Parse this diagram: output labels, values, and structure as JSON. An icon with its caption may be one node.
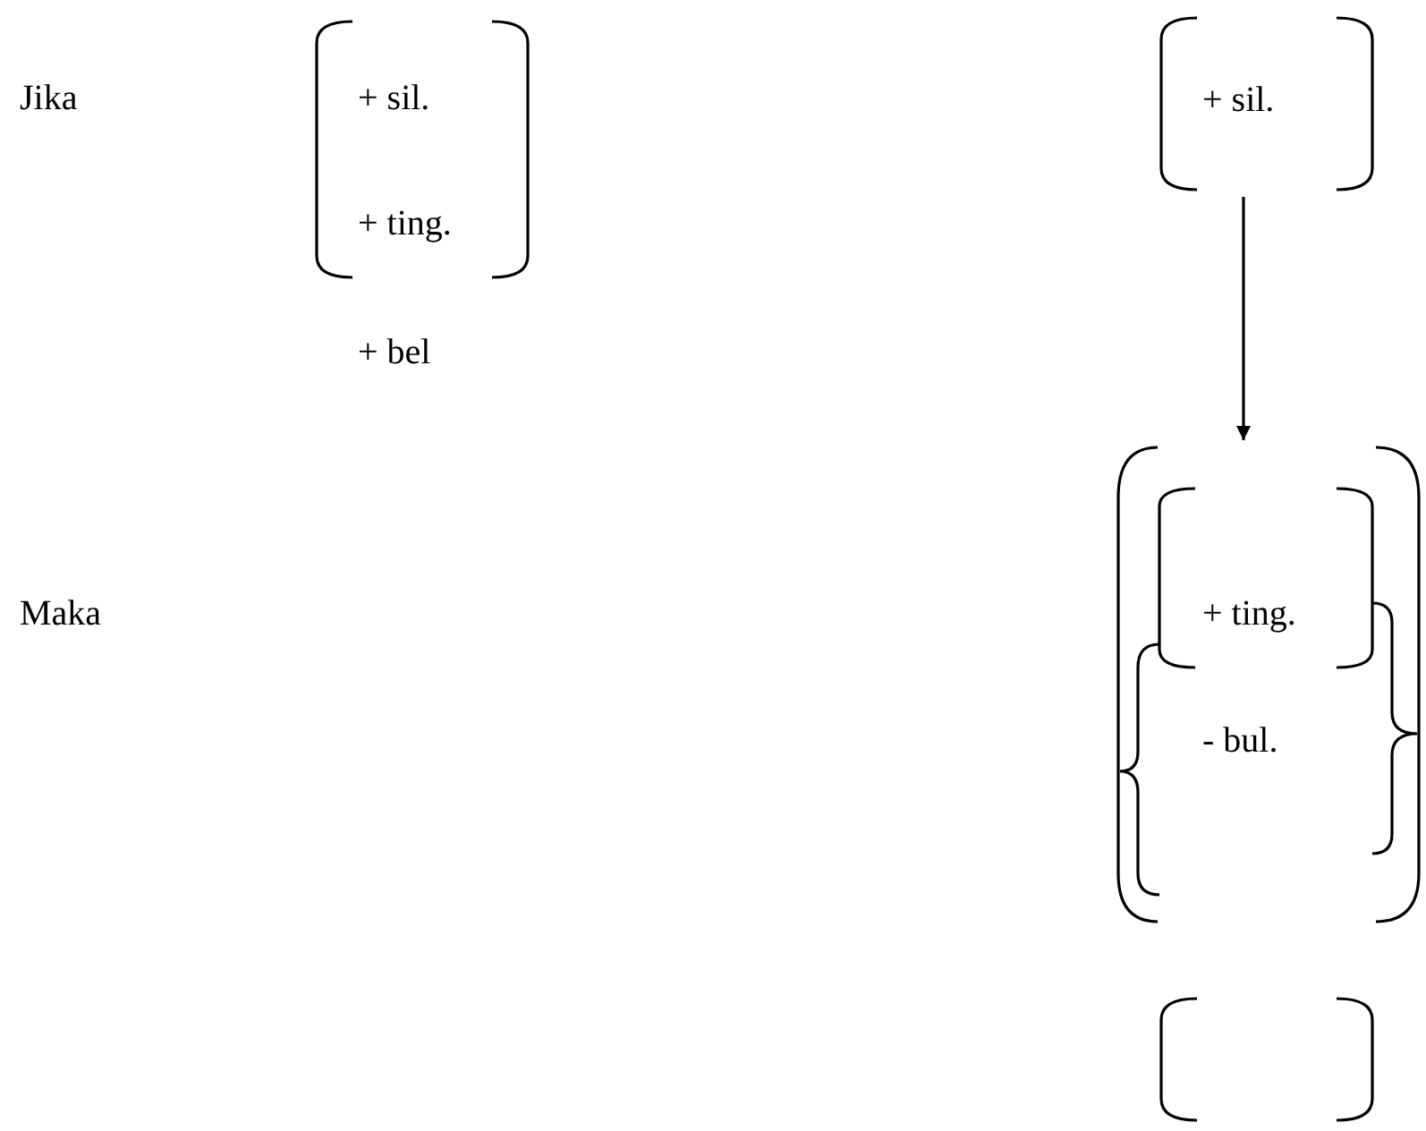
{
  "diagram": {
    "nodes": [
      {
        "text": [
          "+ sil.",
          "+ ting."
        ]
      },
      {
        "text": [
          "+ sil."
        ]
      },
      {
        "text": [
          "+ ting.",
          "- bul."
        ]
      },
      {
        "text": [],
        "shape": "bracket"
      }
    ],
    "edges": [
      {
        "from": 1,
        "to": 2,
        "arrow": "to"
      }
    ],
    "labels": [
      "Jika",
      "+ bel",
      "Maka"
    ]
  }
}
